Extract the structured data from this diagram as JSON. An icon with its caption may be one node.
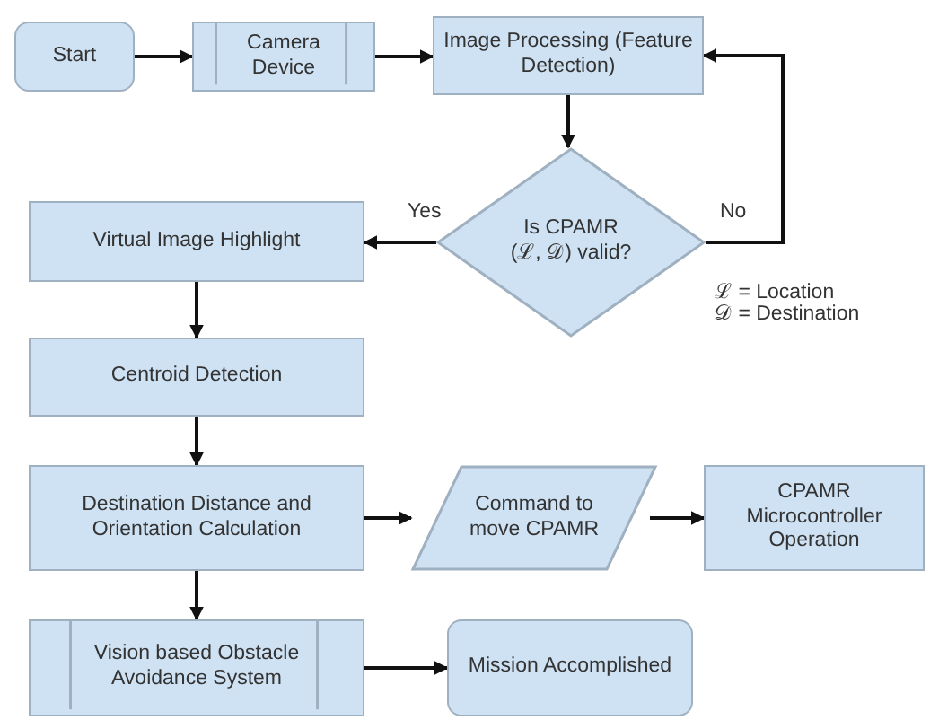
{
  "diagram": {
    "nodes": [
      {
        "text": [
          "Start"
        ]
      },
      {
        "text": [
          "Camera Device"
        ]
      },
      {
        "text": [
          "Image Processing (Feature Detection)"
        ]
      },
      {
        "text": [
          "Is CPAMR (ℒ, 𝒟) valid?"
        ]
      },
      {
        "text": [
          "Virtual Image Highlight"
        ]
      },
      {
        "text": [
          "Centroid Detection"
        ]
      },
      {
        "text": [
          "Destination Distance and Orientation Calculation"
        ]
      },
      {
        "text": [
          "Command to move CPAMR"
        ]
      },
      {
        "text": [
          "CPAMR Microcontroller Operation"
        ]
      },
      {
        "text": [
          "Vision based Obstacle Avoidance System"
        ]
      },
      {
        "text": [
          "Mission Accomplished"
        ]
      }
    ],
    "edges": [
      {
        "from": 0,
        "to": 1,
        "arrow": "to"
      },
      {
        "from": 1,
        "to": 2,
        "arrow": "to"
      },
      {
        "from": 2,
        "to": 3,
        "arrow": "to"
      },
      {
        "from": 3,
        "to": 4,
        "arrow": "to",
        "label": "Yes"
      },
      {
        "from": 3,
        "to": 2,
        "arrow": "to",
        "label": "No"
      },
      {
        "from": 4,
        "to": 5,
        "arrow": "to"
      },
      {
        "from": 5,
        "to": 6,
        "arrow": "to"
      },
      {
        "from": 6,
        "to": 7,
        "arrow": "to"
      },
      {
        "from": 7,
        "to": 8,
        "arrow": "to"
      },
      {
        "from": 6,
        "to": 9,
        "arrow": "to"
      },
      {
        "from": 9,
        "to": 10,
        "arrow": "to"
      }
    ],
    "labels": [
      "ℒ = Location",
      "𝒟 = Destination"
    ]
  }
}
